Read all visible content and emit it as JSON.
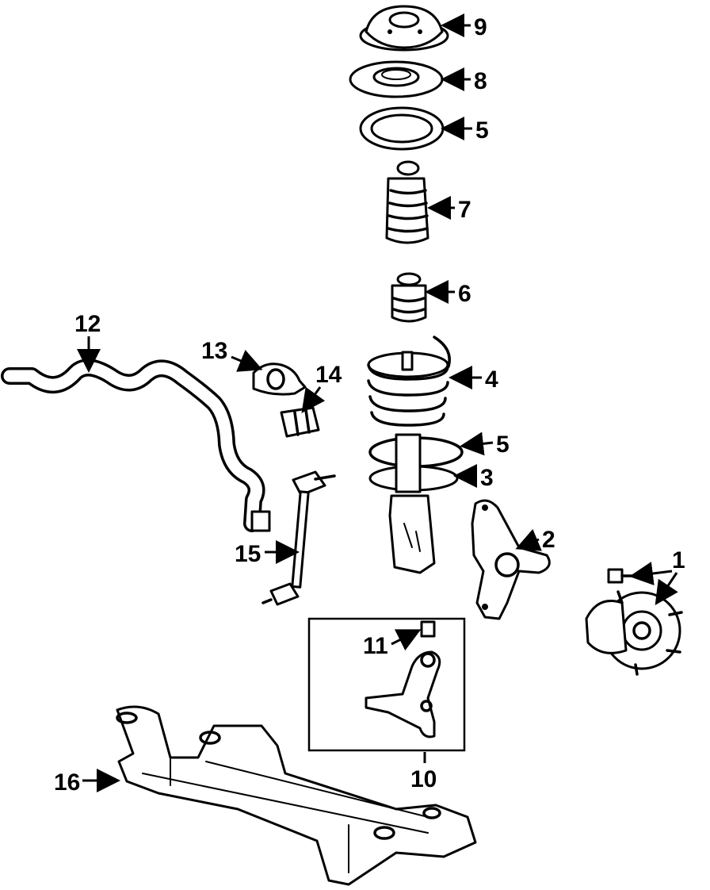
{
  "diagram": {
    "callouts": [
      {
        "id": "c9",
        "number": "9"
      },
      {
        "id": "c8",
        "number": "8"
      },
      {
        "id": "c5a",
        "number": "5"
      },
      {
        "id": "c7",
        "number": "7"
      },
      {
        "id": "c6",
        "number": "6"
      },
      {
        "id": "c4",
        "number": "4"
      },
      {
        "id": "c5b",
        "number": "5"
      },
      {
        "id": "c3",
        "number": "3"
      },
      {
        "id": "c2",
        "number": "2"
      },
      {
        "id": "c1",
        "number": "1"
      },
      {
        "id": "c12",
        "number": "12"
      },
      {
        "id": "c13",
        "number": "13"
      },
      {
        "id": "c14",
        "number": "14"
      },
      {
        "id": "c15",
        "number": "15"
      },
      {
        "id": "c11",
        "number": "11"
      },
      {
        "id": "c10",
        "number": "10"
      },
      {
        "id": "c16",
        "number": "16"
      }
    ]
  }
}
